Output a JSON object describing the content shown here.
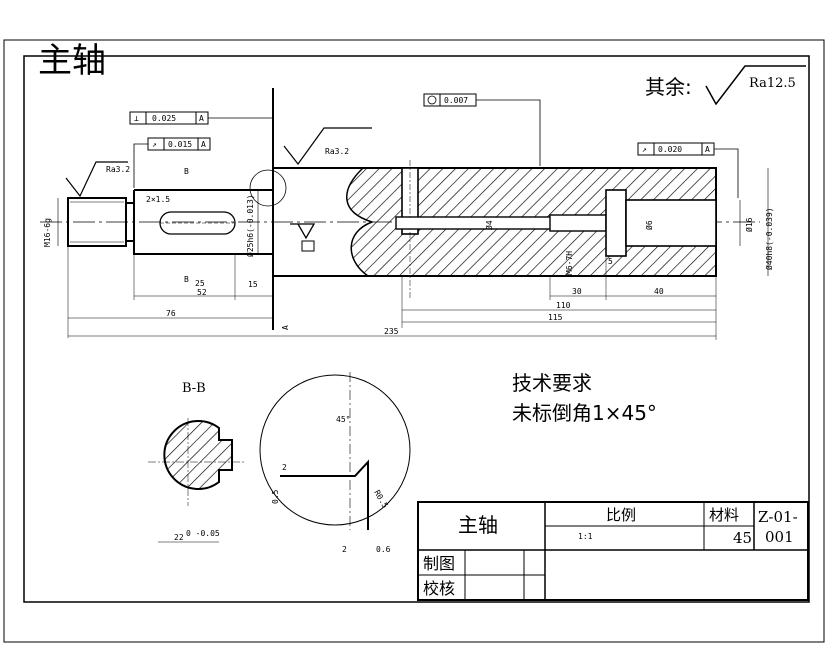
{
  "drawing": {
    "title_red": "主轴",
    "colors": {
      "title_red": "#ff0000",
      "line": "#000000",
      "hatch": "#000000"
    },
    "roughness_general": {
      "label": "其余:",
      "value": "Ra12.5"
    },
    "roughness_marks": [
      "Ra3.2",
      "Ra3.2"
    ],
    "tolerances": {
      "perpendicularity": {
        "value": "0.025",
        "datum": "A"
      },
      "runout_left": {
        "value": "0.015",
        "datum": "A"
      },
      "roundness": {
        "value": "0.007"
      },
      "runout_right": {
        "value": "0.020",
        "datum": "A"
      }
    },
    "dims": {
      "thread_left": "M16-6g",
      "groove": "2×1.5",
      "shaft_dia": "Ø25h6(-0.013)",
      "len_25": "25",
      "len_52": "52",
      "len_15": "15",
      "len_76": "76",
      "len_235": "235",
      "len_115": "115",
      "len_110": "110",
      "len_30": "30",
      "len_40": "40",
      "len_5": "5",
      "thread_right": "M6-7H",
      "dia_4": "Ø4",
      "dia_6": "Ø6",
      "dia_16": "Ø16",
      "dia_40": "Ø40h8(-0.039)",
      "section_label": "B",
      "section_label2": "B",
      "datum_a": "A",
      "key_22": "22",
      "key_tol": "0 -0.05"
    },
    "section_view": {
      "title": "B-B"
    },
    "detail": {
      "angle": "45°",
      "w2": "2",
      "w05": "0.5",
      "b2": "2",
      "b06": "0.6",
      "r": "R0.5"
    },
    "requirements": {
      "heading": "技术要求",
      "item": "未标倒角1×45°"
    },
    "title_block": {
      "part_name": "主轴",
      "scale_label": "比例",
      "scale_value": "1:1",
      "material_label": "材料",
      "material_value": "45",
      "drawing_no_1": "Z-01-",
      "drawing_no_2": "001",
      "drawn_label": "制图",
      "checked_label": "校核"
    }
  }
}
